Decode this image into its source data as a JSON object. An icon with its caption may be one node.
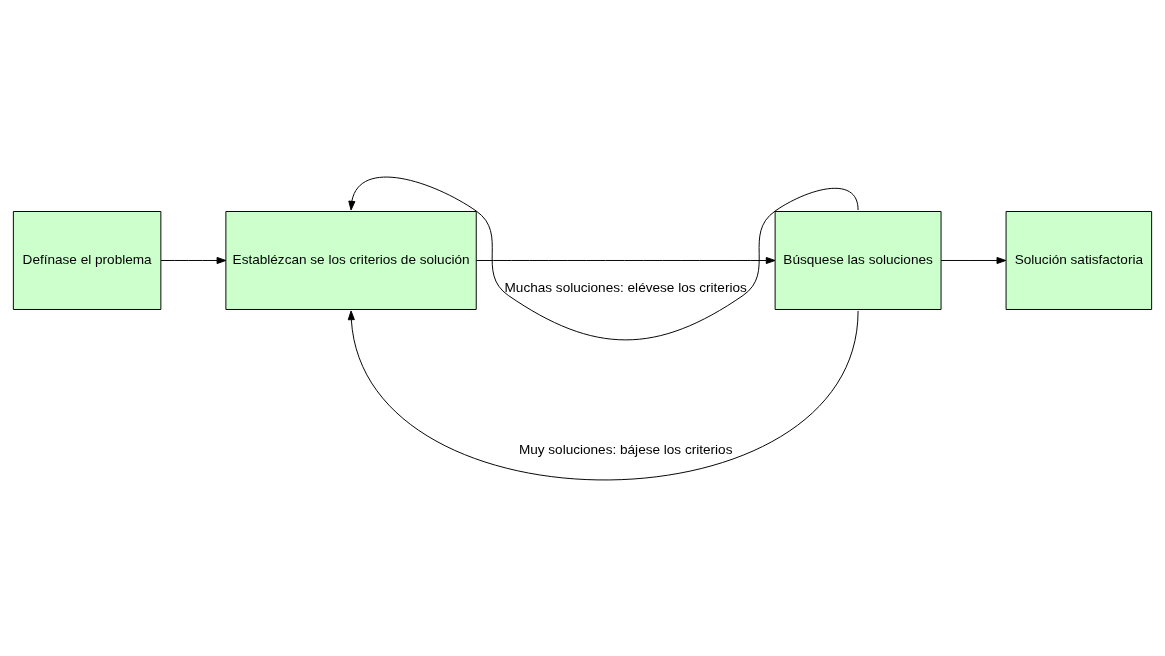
{
  "diagram": {
    "nodes": [
      {
        "text": [
          "Defínase el problema"
        ]
      },
      {
        "text": [
          "Establézcan se los criterios de solución"
        ]
      },
      {
        "text": [
          "Búsquese las soluciones"
        ]
      },
      {
        "text": [
          "Solución satisfactoria"
        ]
      }
    ],
    "edges": [
      {
        "from": 0,
        "to": 1,
        "arrow": "to"
      },
      {
        "from": 1,
        "to": 2,
        "arrow": "to"
      },
      {
        "from": 2,
        "to": 3,
        "arrow": "to"
      },
      {
        "from": 2,
        "to": 1,
        "arrow": "to",
        "label": "Muchas soluciones: elévese los criterios"
      },
      {
        "from": 2,
        "to": 1,
        "arrow": "to",
        "label": "Muy soluciones: bájese los criterios"
      }
    ]
  }
}
